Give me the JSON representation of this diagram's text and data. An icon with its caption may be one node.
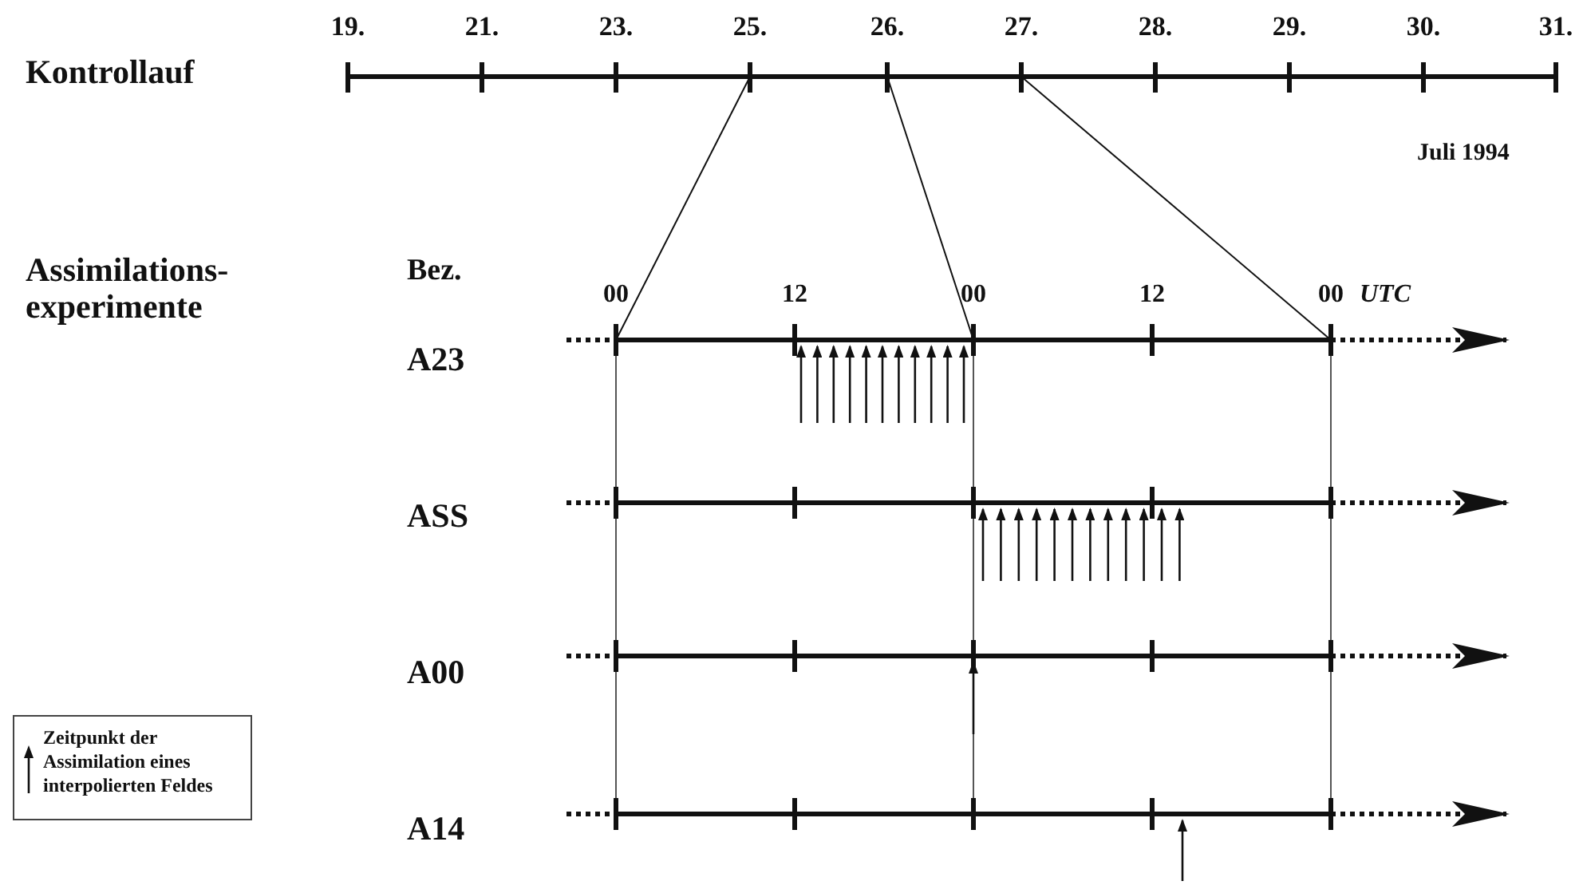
{
  "diagram": {
    "labels": [
      "19.",
      "21.",
      "23.",
      "25.",
      "26.",
      "27.",
      "28.",
      "29.",
      "30.",
      "31.",
      "Kontrollauf",
      "Juli 1994",
      "Assimilations- experimente",
      "Bez.",
      "00",
      "12",
      "00",
      "12",
      "00",
      "UTC",
      "A23",
      "ASS",
      "A00",
      "A14"
    ],
    "legend": [
      {
        "text": "Zeitpunkt der Assimilation eines interpolierten Feldes"
      }
    ]
  }
}
